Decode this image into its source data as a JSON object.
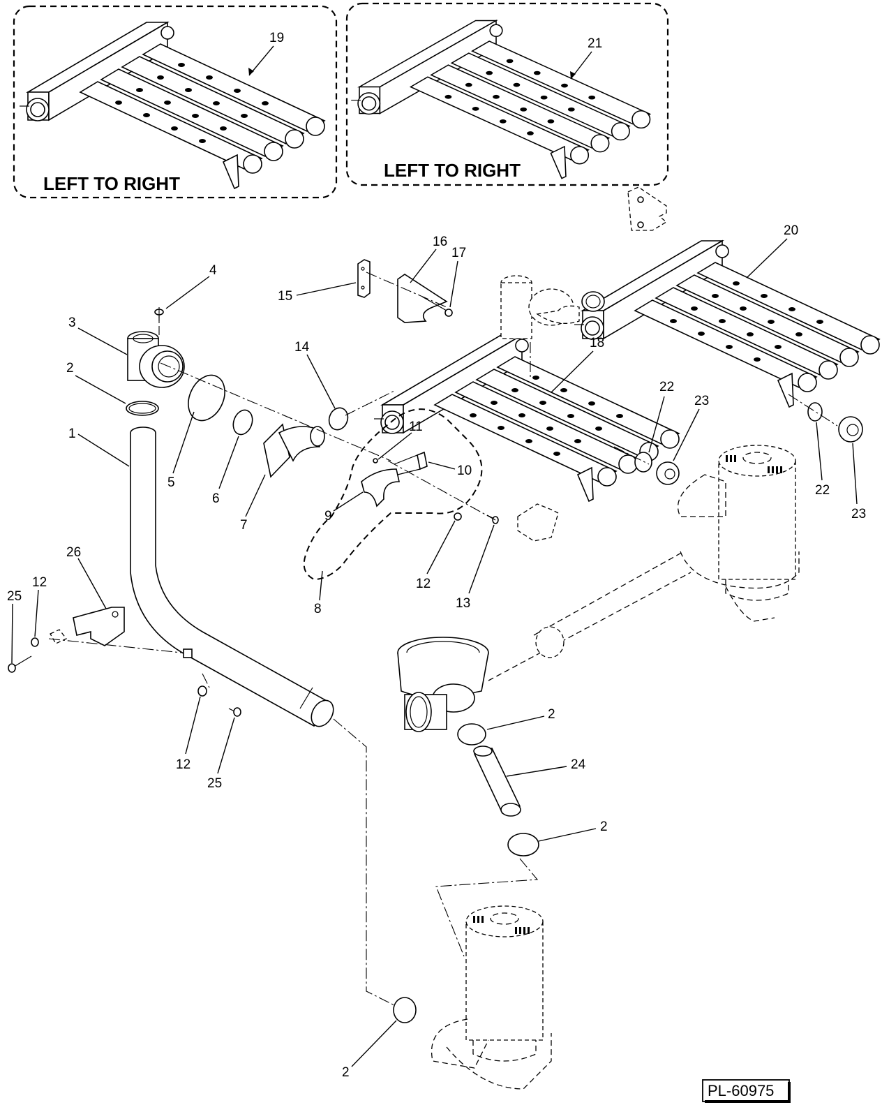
{
  "inset_left": {
    "caption": "LEFT TO RIGHT",
    "callout": "19"
  },
  "inset_right": {
    "caption": "LEFT TO RIGHT",
    "callout": "21"
  },
  "callouts": {
    "c1": "1",
    "c2a": "2",
    "c2b": "2",
    "c2c": "2",
    "c2d": "2",
    "c3": "3",
    "c4": "4",
    "c5": "5",
    "c6": "6",
    "c7": "7",
    "c8": "8",
    "c9": "9",
    "c10": "10",
    "c11": "11",
    "c12a": "12",
    "c12b": "12",
    "c12c": "12",
    "c13": "13",
    "c14": "14",
    "c15": "15",
    "c16": "16",
    "c17": "17",
    "c18": "18",
    "c20": "20",
    "c22a": "22",
    "c22b": "22",
    "c23a": "23",
    "c23b": "23",
    "c24": "24",
    "c25a": "25",
    "c25b": "25",
    "c26": "26"
  },
  "part_list_number": "PL-60975"
}
